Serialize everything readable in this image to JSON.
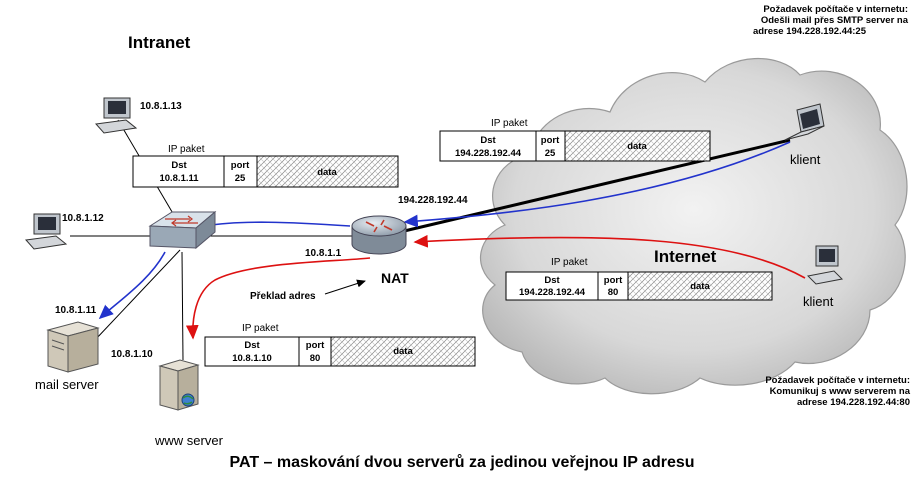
{
  "title": "PAT – maskování dvou serverů za jedinou veřejnou IP adresu",
  "labels": {
    "intranet": "Intranet",
    "internet": "Internet",
    "nat": "NAT",
    "translation": "Překlad adres",
    "nat_public_ip": "194.228.192.44",
    "nat_private_ip": "10.8.1.1"
  },
  "hosts": {
    "pc1_ip": "10.8.1.13",
    "pc2_ip": "10.8.1.12",
    "mail_ip": "10.8.1.11",
    "mail_name": "mail server",
    "www_ip": "10.8.1.10",
    "www_name": "www server",
    "client_label": "klient"
  },
  "packets": {
    "caption": "IP paket",
    "dst_header": "Dst",
    "port_header": "port",
    "data_label": "data",
    "inner_mail": {
      "dst": "10.8.1.11",
      "port": "25"
    },
    "outer_mail": {
      "dst": "194.228.192.44",
      "port": "25"
    },
    "outer_www": {
      "dst": "194.228.192.44",
      "port": "80"
    },
    "inner_www": {
      "dst": "10.8.1.10",
      "port": "80"
    }
  },
  "requests": {
    "smtp": {
      "line1": "Požadavek počítače v internetu:",
      "line2": "Odešli mail přes SMTP server na",
      "line3": "adrese 194.228.192.44:25"
    },
    "www": {
      "line1": "Požadavek počítače v internetu:",
      "line2": "Komunikuj s www serverem na",
      "line3": "adrese 194.228.192.44:80"
    }
  },
  "colors": {
    "mail_flow": "#2233cc",
    "www_flow": "#dd1111",
    "cloud": "#dcdcdc"
  }
}
